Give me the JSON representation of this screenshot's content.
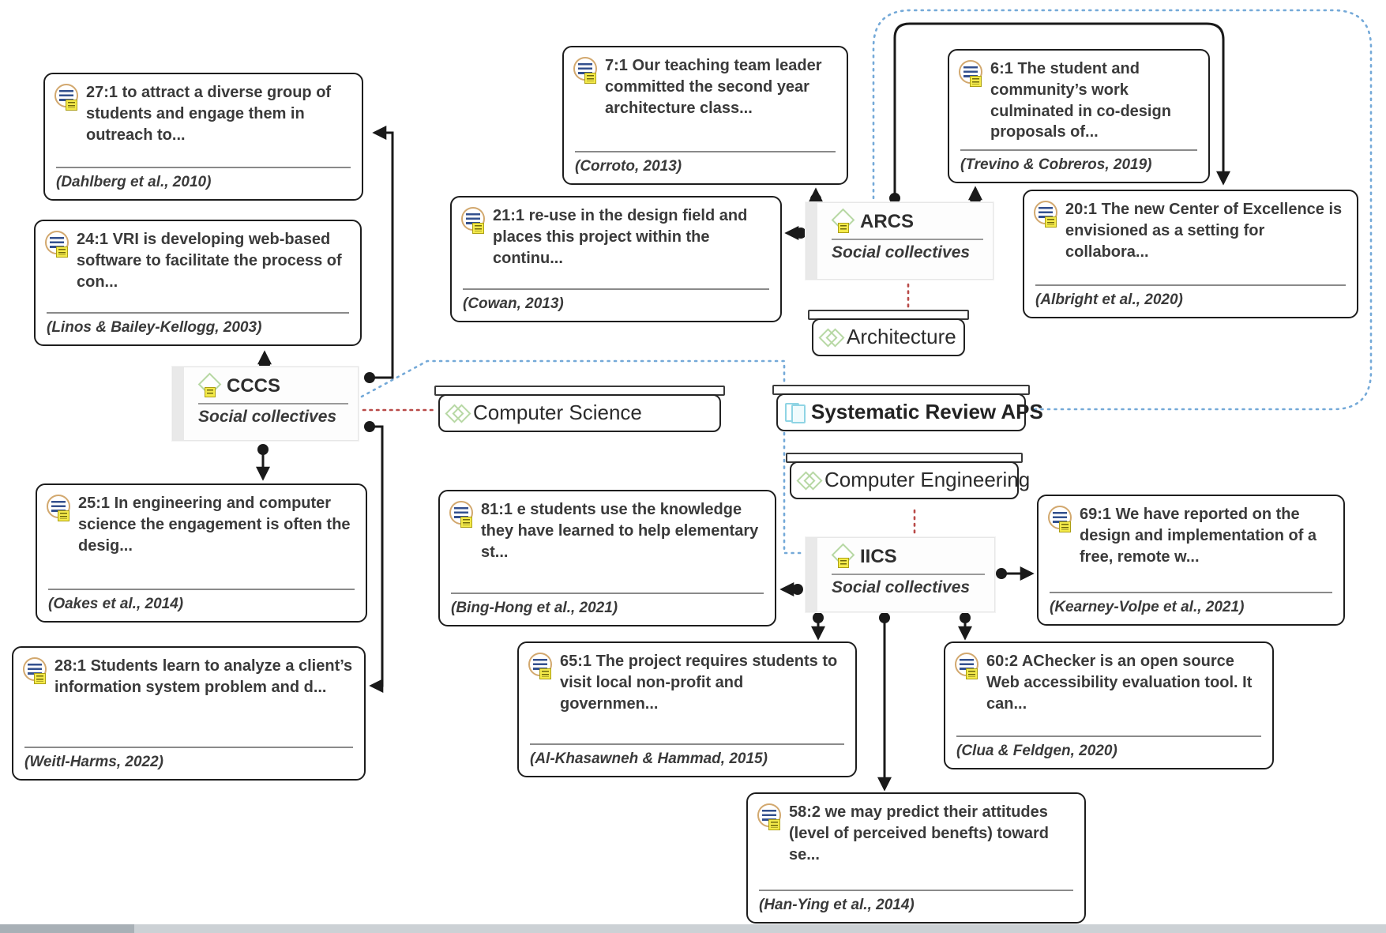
{
  "quotes": [
    {
      "ref": "27:1",
      "text": "to attract a diverse  group of students and engage them in outreach to...",
      "cite": "(Dahlberg et al., 2010)"
    },
    {
      "ref": "24:1",
      "text": "VRI is developing web-based software to  facilitate the process of con...",
      "cite": "(Linos &  Bailey-Kellogg, 2003)"
    },
    {
      "ref": "25:1",
      "text": "In engineering and computer science the  engagement is often the desig...",
      "cite": "(Oakes et al., 2014)"
    },
    {
      "ref": "28:1",
      "text": "Students learn to analyze a client’s  information system problem and d...",
      "cite": "(Weitl-Harms, 2022)"
    },
    {
      "ref": "7:1",
      "text": "Our teaching team leader committed the  second year architecture class...",
      "cite": "(Corroto, 2013)"
    },
    {
      "ref": "21:1",
      "text": "re-use in the design field and places this project within the continu...",
      "cite": "(Cowan, 2013)"
    },
    {
      "ref": "6:1",
      "text": "The student and community’s work  culminated in co-design proposals of...",
      "cite": "(Trevino & Cobreros, 2019)"
    },
    {
      "ref": "20:1",
      "text": "The new Center of Excellence is envisioned as a  setting for collabora...",
      "cite": "(Albright et al., 2020)"
    },
    {
      "ref": "81:1",
      "text": "e  students use the knowledge they have learned to help elementary  st...",
      "cite": "(Bing-Hong et al., 2021)"
    },
    {
      "ref": "69:1",
      "text": "We have reported on the design and implementation of a free,  remote w...",
      "cite": "(Kearney-Volpe et al., 2021)"
    },
    {
      "ref": "65:1",
      "text": "The project requires  students to visit local non-profit and governmen...",
      "cite": "(Al-Khasawneh & Hammad, 2015)"
    },
    {
      "ref": "60:2",
      "text": "AChecker is an  open source Web accessibility evaluation tool. It can...",
      "cite": "(Clua & Feldgen, 2020)"
    },
    {
      "ref": "58:2",
      "text": "we may predict their attitudes (level of perceived benefts)  toward se...",
      "cite": "(Han-Ying et al., 2014)"
    }
  ],
  "codes": [
    {
      "name": "CCCS",
      "category": "Social collectives"
    },
    {
      "name": "ARCS",
      "category": "Social collectives"
    },
    {
      "name": "IICS",
      "category": "Social collectives"
    }
  ],
  "groups": [
    {
      "name": "Computer Science"
    },
    {
      "name": "Architecture"
    },
    {
      "name": "Computer Engineering"
    }
  ],
  "document": {
    "name": "Systematic Review APS"
  },
  "colors": {
    "code_green": "#b7d8a4",
    "memo_yellow": "#f4ea4a",
    "document_blue": "#8fd4e4",
    "edge_black": "#1a1a1a",
    "relation_red_dotted": "#b94a48",
    "relation_blue_dotted": "#74a9d8",
    "quote_icon_ring": "#d2a86e"
  }
}
